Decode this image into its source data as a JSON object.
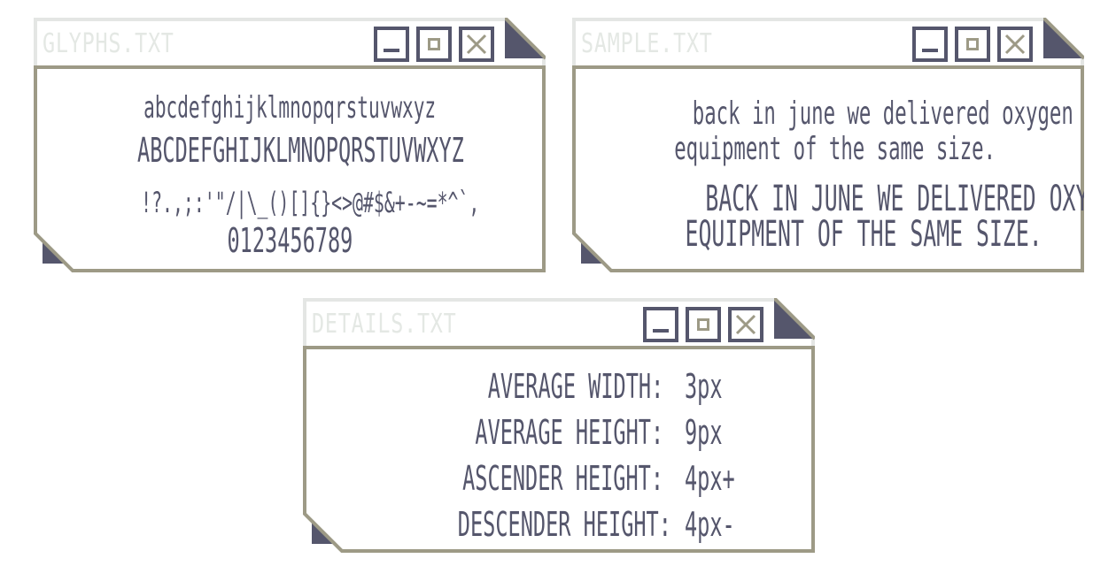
{
  "colors": {
    "ink": "#55566c",
    "frame": "#9d9a86",
    "title": "#e4e8e4",
    "background": "#ffffff"
  },
  "windows": {
    "glyphs": {
      "title": "GLYPHS.TXT",
      "lines": [
        "abcdefghijklmnopqrstuvwxyz",
        "ABCDEFGHIJKLMNOPQRSTUVWXYZ",
        "!?.,;:'\"/|\\_()[]{}<>@#$&+-~=*^`,",
        "0123456789"
      ]
    },
    "sample": {
      "title": "SAMPLE.TXT",
      "lines": [
        "back in june we delivered oxygen",
        "equipment of the same size.",
        "BACK IN JUNE WE DELIVERED OXYGEN",
        "EQUIPMENT OF THE SAME SIZE."
      ]
    },
    "details": {
      "title": "DETAILS.TXT",
      "rows": [
        {
          "label": "AVERAGE WIDTH:",
          "value": "3px"
        },
        {
          "label": "AVERAGE HEIGHT:",
          "value": "9px"
        },
        {
          "label": "ASCENDER HEIGHT:",
          "value": "4px+"
        },
        {
          "label": "DESCENDER HEIGHT:",
          "value": "4px-"
        }
      ]
    }
  },
  "icons": {
    "minimize": "minimize-icon",
    "maximize": "maximize-icon",
    "close": "close-icon"
  }
}
